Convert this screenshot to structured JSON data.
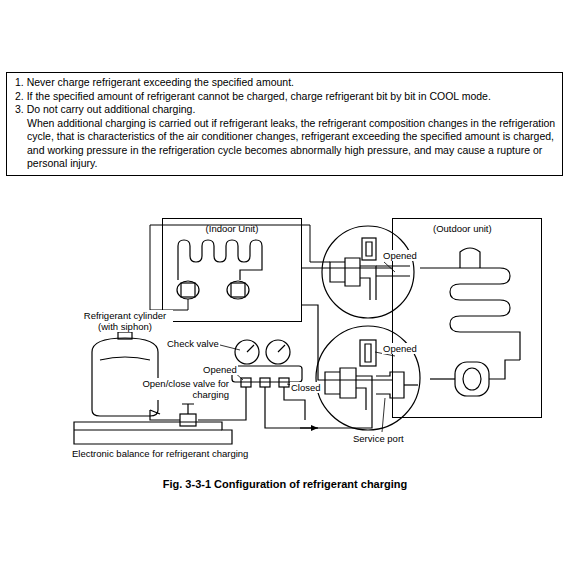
{
  "diagram": {
    "caption": "Fig. 3-3-1 Configuration of refrigerant charging",
    "nodes": [
      {
        "text": [
          "1. Never charge refrigerant exceeding the specified amount.",
          "2. If the specified amount of refrigerant cannot be charged, charge refrigerant bit by bit in COOL mode.",
          "3. Do not carry out additional charging.",
          "When additional charging is carried out if refrigerant leaks, the refrigerant composition changes in the refrigeration cycle, that is characteristics of the air conditioner changes, refrigerant exceeding the specified amount is charged, and working pressure in the refrigeration cycle becomes abnormally high pressure, and may cause a rupture or personal injury."
        ]
      },
      {
        "text": [
          "(Indoor Unit)"
        ]
      },
      {
        "text": [
          "(Outdoor unit)"
        ]
      },
      {
        "text": [
          "Refrigerant cylinder (with siphon)"
        ]
      },
      {
        "text": [
          "Electronic balance for refrigerant charging"
        ]
      }
    ],
    "edges": [
      {
        "from": 1,
        "to": 2,
        "arrow": "none"
      },
      {
        "from": 1,
        "to": 2,
        "arrow": "none"
      }
    ],
    "labels": [
      "Check valve",
      "Opened",
      "Open/close valve for charging",
      "Closed",
      "Opened",
      "Opened",
      "Service port"
    ]
  }
}
